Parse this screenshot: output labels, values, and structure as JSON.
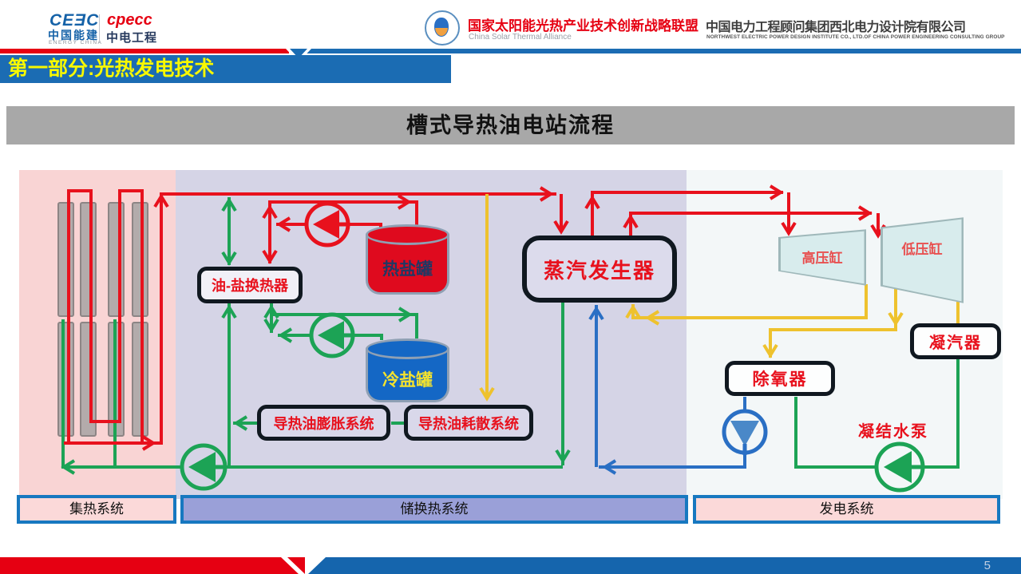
{
  "header": {
    "ceec_logo_main": "CEƎC",
    "ceec_logo_sub": "中国能建",
    "ceec_logo_caption": "ENERGY CHINA",
    "cpecc_logo_main": "cpecc",
    "cpecc_logo_sub": "中电工程",
    "alliance_name_cn": "国家太阳能光热产业技术创新战略联盟",
    "alliance_name_en": "China Solar Thermal Alliance",
    "company_name_cn": "中国电力工程顾问集团西北电力设计院有限公司",
    "company_name_en": "NORTHWEST ELECTRIC POWER DESIGN INSTITUTE CO., LTD.OF CHINA POWER ENGINEERING CONSULTING GROUP"
  },
  "section_banner": {
    "title": "第一部分:光热发电技术"
  },
  "slide_title": "槽式导热油电站流程",
  "diagram": {
    "components": {
      "oil_salt_exchanger": "油-盐换热器",
      "hot_salt_tank": "热盐罐",
      "cold_salt_tank": "冷盐罐",
      "steam_generator": "蒸汽发生器",
      "oil_expansion_system": "导热油膨胀系统",
      "oil_dissipation_system": "导热油耗散系统",
      "hp_cylinder": "高压缸",
      "lp_cylinder": "低压缸",
      "condenser": "凝汽器",
      "deaerator": "除氧器",
      "condensate_pump": "凝结水泵"
    },
    "sections": [
      {
        "label": "集热系统"
      },
      {
        "label": "储换热系统"
      },
      {
        "label": "发电系统"
      }
    ]
  },
  "footer": {
    "page_number": "5"
  },
  "colors": {
    "red_line": "#e8111d",
    "green_line": "#1ca355",
    "yellow_line": "#eec22e",
    "blue_line": "#2a6fc4",
    "hot_tank": "#df0a1e",
    "cold_tank": "#1467c5",
    "hot_tank_label": "#1f3864",
    "cold_tank_label": "#f3e22e",
    "banner_blue": "#1b6cb3",
    "banner_text": "#f8f800",
    "brand_red": "#e60012",
    "brand_blue": "#1562a8",
    "title_bar_gray": "#a8a8a8",
    "pink_region": "#f9d4d4",
    "purple_region": "#d5d4e6",
    "white_region": "#f3f7f8",
    "label_pink": "#fbd9d9",
    "label_purple": "#9aa0d8",
    "section_border_blue": "#1778c0",
    "turbine_fill": "#d8eced",
    "component_text_red": "#e8111d"
  }
}
